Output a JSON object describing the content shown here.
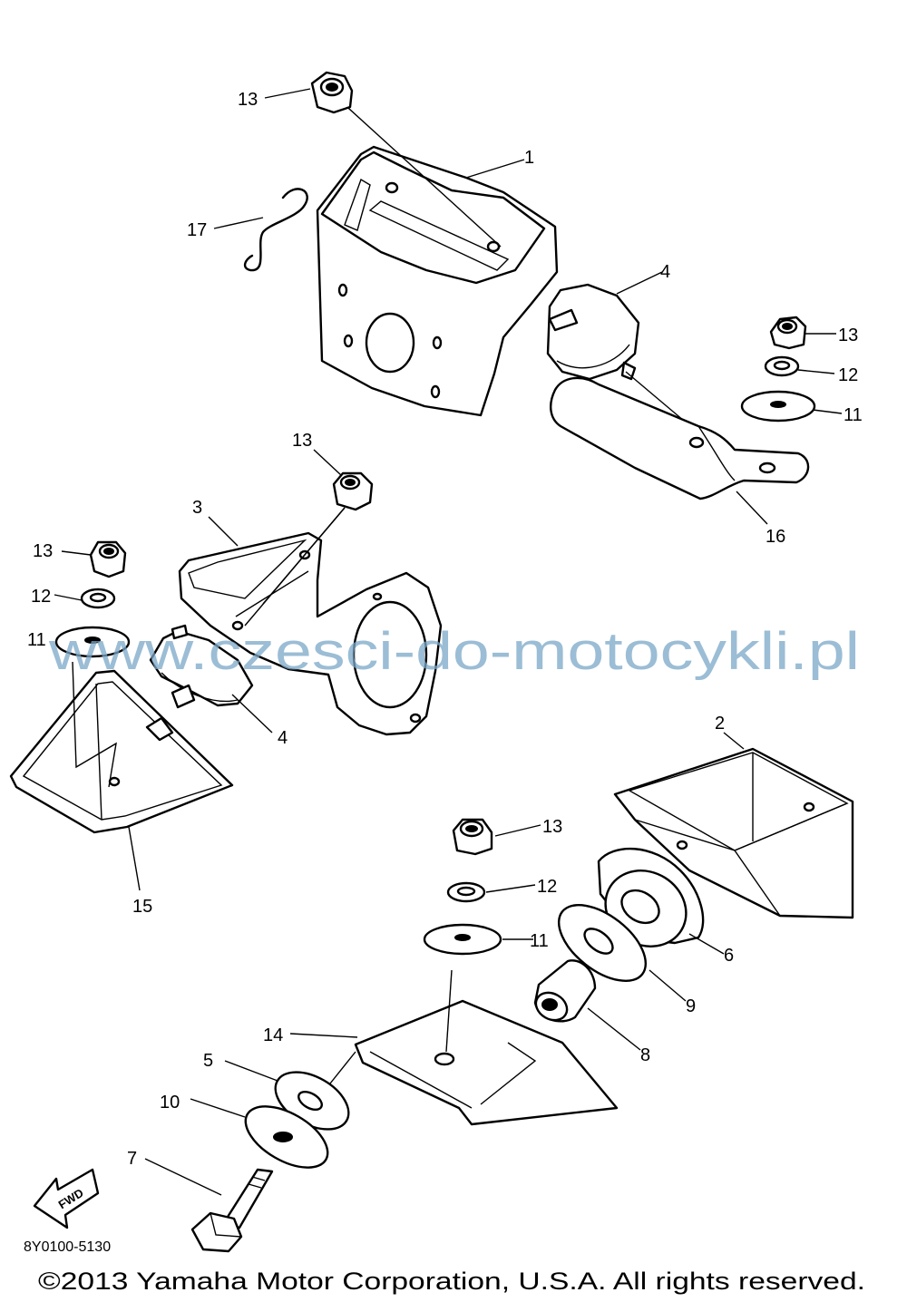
{
  "callouts": [
    {
      "id": "c13a",
      "label": "13"
    },
    {
      "id": "c1",
      "label": "1"
    },
    {
      "id": "c17",
      "label": "17"
    },
    {
      "id": "c4a",
      "label": "4"
    },
    {
      "id": "c13b",
      "label": "13"
    },
    {
      "id": "c12b",
      "label": "12"
    },
    {
      "id": "c11b",
      "label": "11"
    },
    {
      "id": "c16",
      "label": "16"
    },
    {
      "id": "c13c",
      "label": "13"
    },
    {
      "id": "c3",
      "label": "3"
    },
    {
      "id": "c13d",
      "label": "13"
    },
    {
      "id": "c12d",
      "label": "12"
    },
    {
      "id": "c11d",
      "label": "11"
    },
    {
      "id": "c4b",
      "label": "4"
    },
    {
      "id": "c15",
      "label": "15"
    },
    {
      "id": "c2",
      "label": "2"
    },
    {
      "id": "c13e",
      "label": "13"
    },
    {
      "id": "c12e",
      "label": "12"
    },
    {
      "id": "c11e",
      "label": "11"
    },
    {
      "id": "c6",
      "label": "6"
    },
    {
      "id": "c9",
      "label": "9"
    },
    {
      "id": "c8",
      "label": "8"
    },
    {
      "id": "c14",
      "label": "14"
    },
    {
      "id": "c5",
      "label": "5"
    },
    {
      "id": "c10",
      "label": "10"
    },
    {
      "id": "c7",
      "label": "7"
    }
  ],
  "fwd_arrow": {
    "label": "FWD"
  },
  "diagram_code": "8Y0100-5130",
  "watermark": "www.czesci-do-motocykli.pl",
  "copyright": "©2013 Yamaha Motor Corporation, U.S.A. All rights reserved."
}
